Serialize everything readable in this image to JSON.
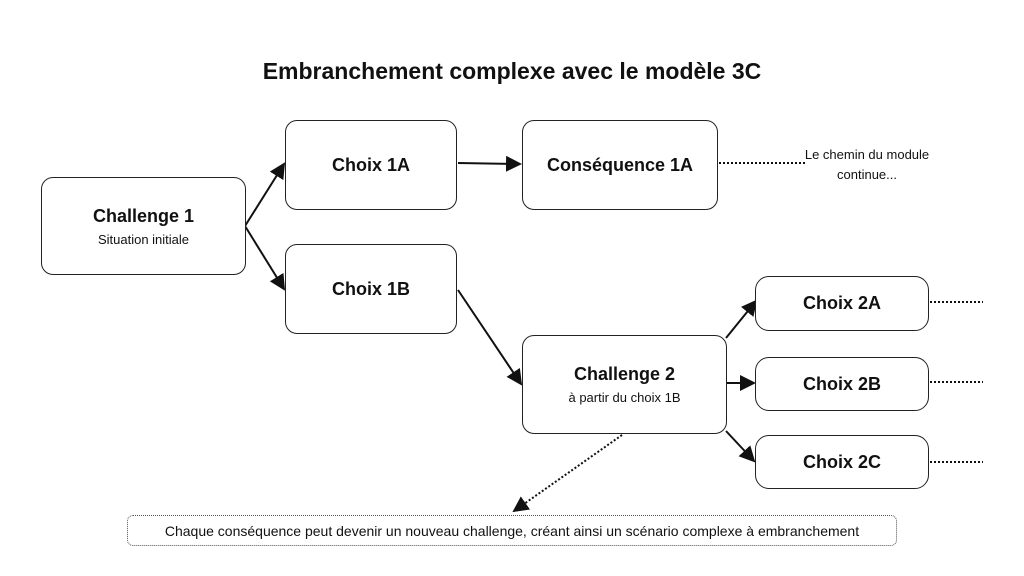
{
  "title": "Embranchement complexe avec le modèle 3C",
  "nodes": {
    "challenge1": {
      "title": "Challenge 1",
      "subtitle": "Situation initiale"
    },
    "choix1a": {
      "title": "Choix 1A"
    },
    "consequence1a": {
      "title": "Conséquence 1A"
    },
    "choix1b": {
      "title": "Choix 1B"
    },
    "challenge2": {
      "title": "Challenge 2",
      "subtitle": "à partir du choix 1B"
    },
    "choix2a": {
      "title": "Choix 2A"
    },
    "choix2b": {
      "title": "Choix 2B"
    },
    "choix2c": {
      "title": "Choix 2C"
    }
  },
  "continue_text": "Le chemin du  module continue...",
  "note": "Chaque conséquence peut devenir un nouveau challenge, créant ainsi un scénario complexe à embranchement"
}
